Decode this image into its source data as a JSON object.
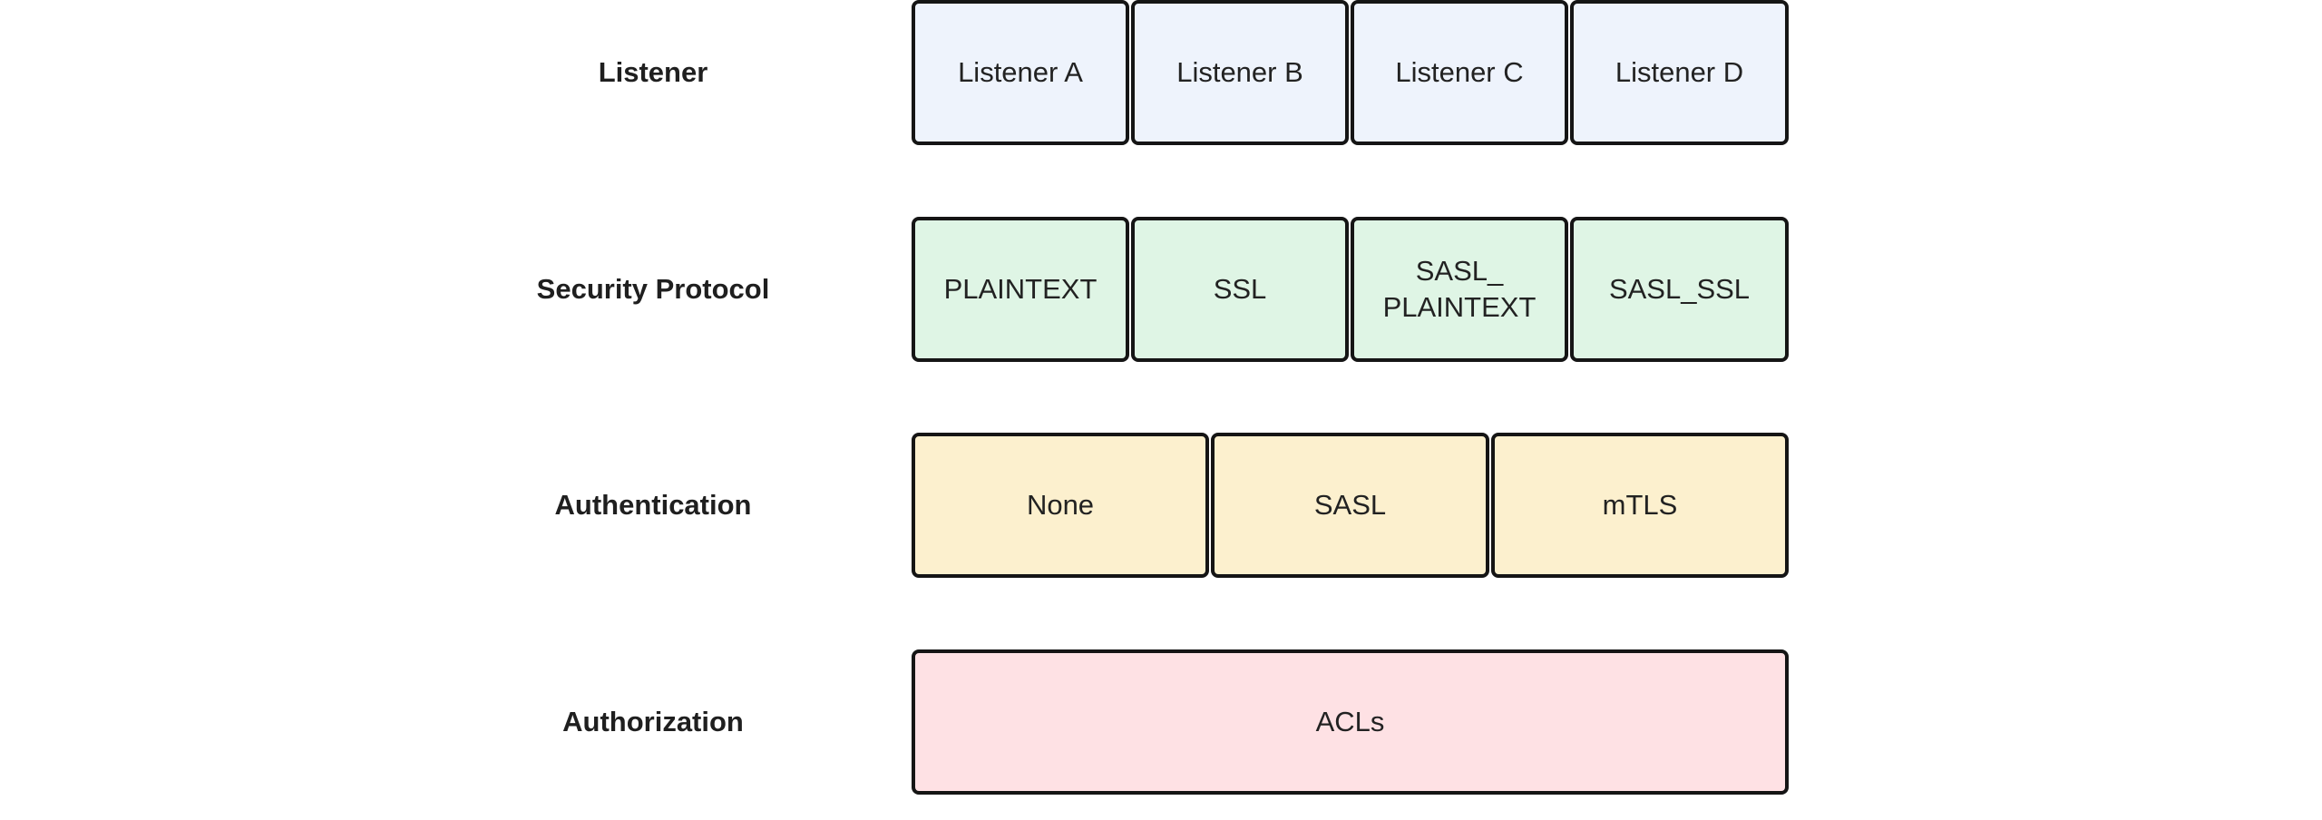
{
  "rows": [
    {
      "label": "Listener",
      "color": "#eef3fc",
      "boxes": [
        "Listener A",
        "Listener B",
        "Listener C",
        "Listener D"
      ]
    },
    {
      "label": "Security Protocol",
      "color": "#dff5e5",
      "boxes": [
        "PLAINTEXT",
        "SSL",
        "SASL_\nPLAINTEXT",
        "SASL_SSL"
      ]
    },
    {
      "label": "Authentication",
      "color": "#fcf0ce",
      "boxes": [
        "None",
        "SASL",
        "mTLS"
      ]
    },
    {
      "label": "Authorization",
      "color": "#fee1e4",
      "boxes": [
        "ACLs"
      ]
    }
  ]
}
